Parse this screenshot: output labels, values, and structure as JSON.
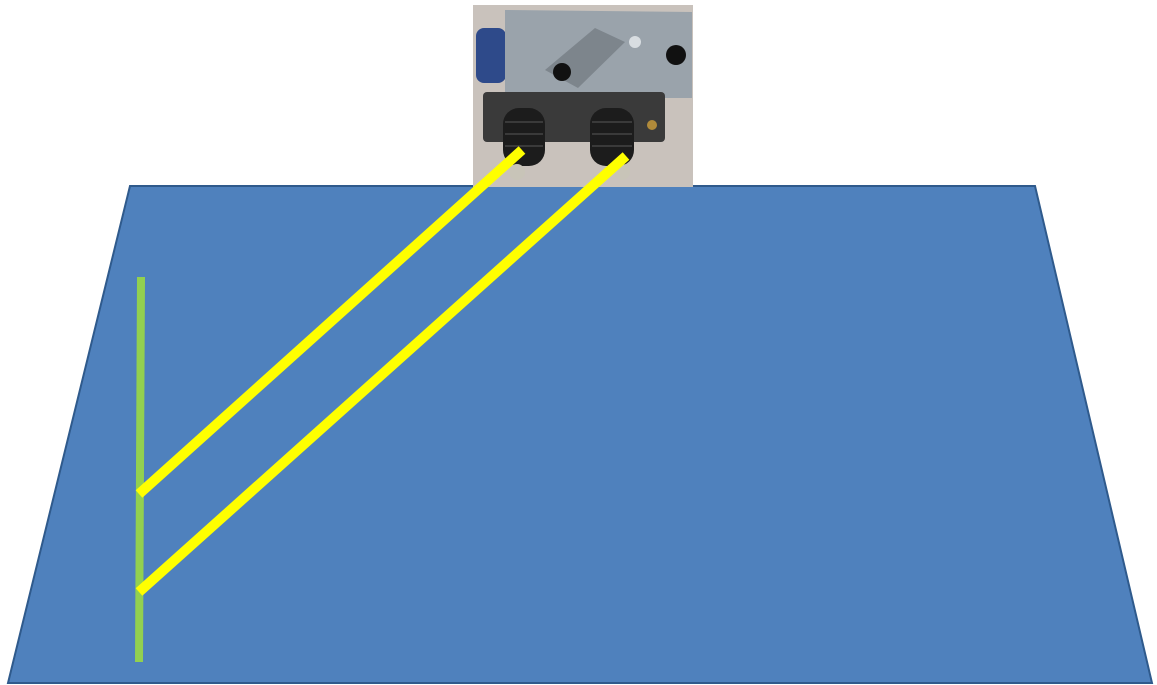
{
  "diagram": {
    "colors": {
      "background": "#ffffff",
      "surface_fill": "#4f81bd",
      "surface_stroke": "#2f5a8c",
      "cable": "#ffff00",
      "rail": "#92d050",
      "photo_backdrop": "#c9c2bc",
      "bracket_metal": "#9aa3ab",
      "boot_rubber": "#1c1c1c",
      "mount_plate": "#3a3a3a",
      "motor_blue": "#2e4a8a"
    },
    "photo": {
      "description_icon": "pedal-mechanism-photo",
      "cables": 2
    },
    "elements": {
      "surface": "trapezoid-floor-panel",
      "rail": "vertical-green-rail",
      "cables": [
        "upper-cable",
        "lower-cable"
      ]
    }
  }
}
